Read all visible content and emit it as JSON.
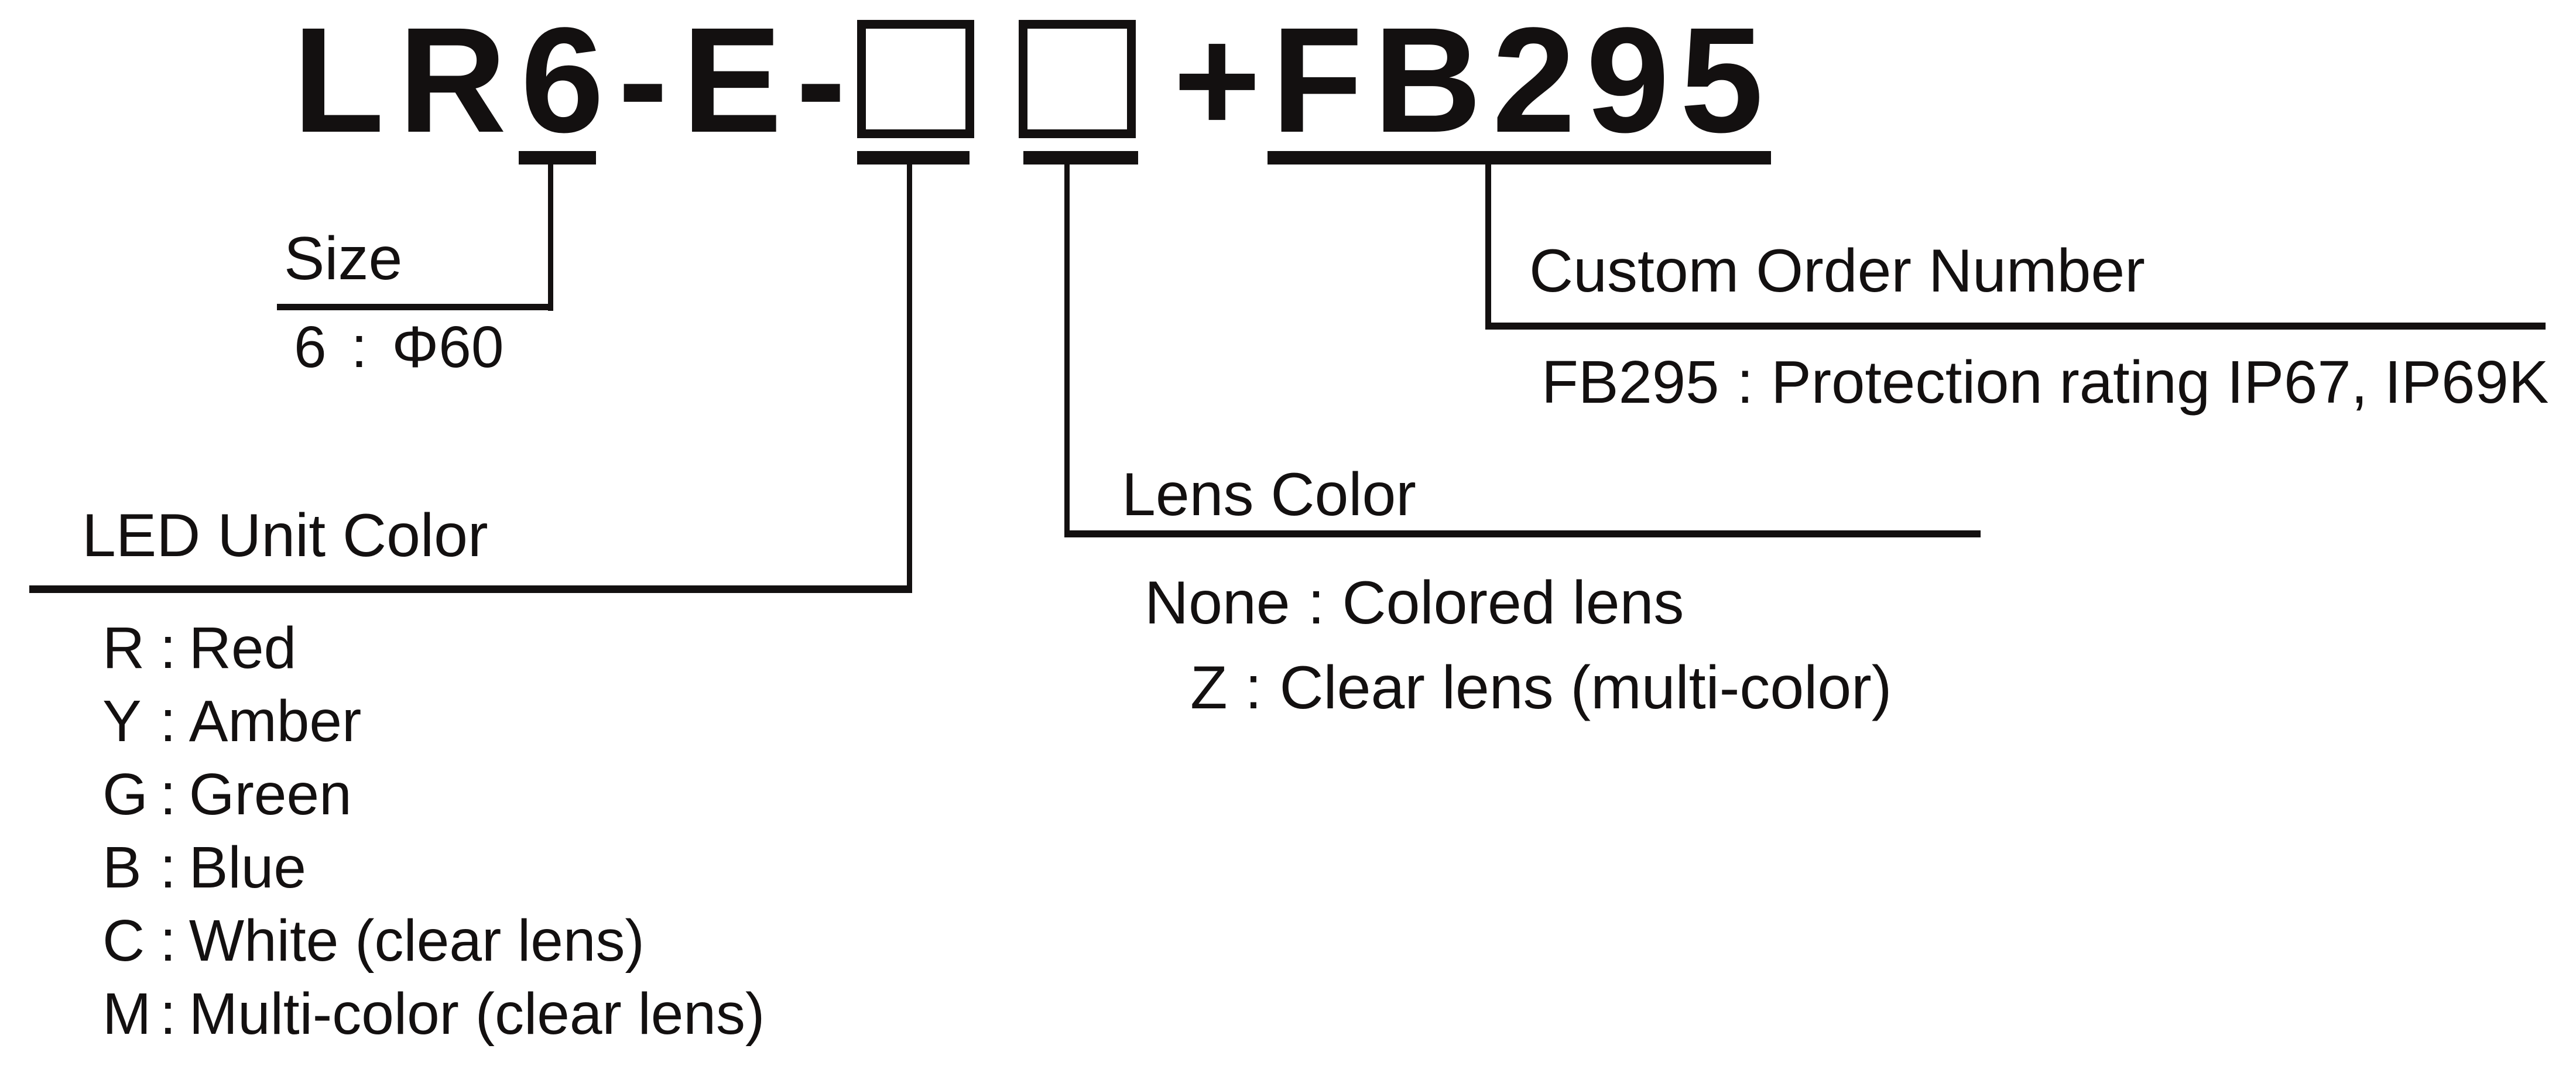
{
  "colors": {
    "ink": "#131010",
    "background": "#ffffff"
  },
  "colon": ":",
  "model_code": {
    "prefix": "LR6-E-",
    "tail": "+FB295"
  },
  "callouts": {
    "size": {
      "heading": "Size",
      "items": [
        {
          "key": "6",
          "value": "Φ60"
        }
      ]
    },
    "led_unit_color": {
      "heading": "LED Unit Color",
      "items": [
        {
          "key": "R",
          "value": "Red"
        },
        {
          "key": "Y",
          "value": "Amber"
        },
        {
          "key": "G",
          "value": "Green"
        },
        {
          "key": "B",
          "value": "Blue"
        },
        {
          "key": "C",
          "value": "White (clear lens)"
        },
        {
          "key": "M",
          "value": "Multi-color (clear lens)"
        }
      ]
    },
    "lens_color": {
      "heading": "Lens Color",
      "items": [
        {
          "key": "None",
          "value": "Colored lens"
        },
        {
          "key": "Z",
          "value": "Clear lens (multi-color)"
        }
      ]
    },
    "custom_order_number": {
      "heading": "Custom Order Number",
      "items": [
        {
          "key": "FB295",
          "value": "Protection rating IP67, IP69K"
        }
      ]
    }
  }
}
